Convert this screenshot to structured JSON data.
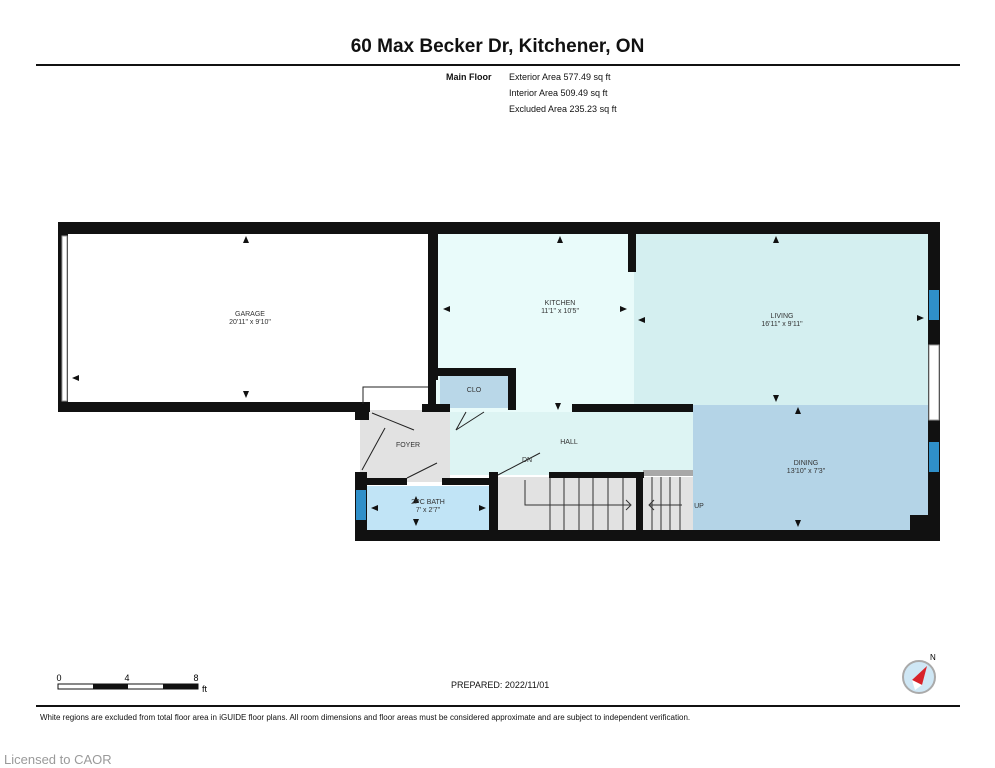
{
  "header": {
    "title": "60 Max Becker Dr, Kitchener, ON"
  },
  "summary": {
    "floor": "Main Floor",
    "exterior": "Exterior Area 577.49 sq ft",
    "interior": "Interior Area 509.49 sq ft",
    "excluded": "Excluded Area 235.23 sq ft"
  },
  "rooms": {
    "garage": {
      "name": "GARAGE",
      "dims": "20'11\" x 9'10\""
    },
    "kitchen": {
      "name": "KITCHEN",
      "dims": "11'1\" x 10'5\""
    },
    "living": {
      "name": "LIVING",
      "dims": "16'11\" x 9'11\""
    },
    "dining": {
      "name": "DINING",
      "dims": "13'10\" x 7'3\""
    },
    "clo": {
      "name": "CLO"
    },
    "foyer": {
      "name": "FOYER"
    },
    "hall": {
      "name": "HALL"
    },
    "bath": {
      "name": "2PC BATH",
      "dims": "7' x 2'7\""
    },
    "stairs_down": "DN",
    "stairs_up": "UP"
  },
  "colors": {
    "kitchen": "#e9fbfa",
    "living": "#d4eff0",
    "dining": "#b4d4e7",
    "hall": "#ddf4f3",
    "clo": "#b9d7e8",
    "bath": "#c1e4f6",
    "foyer": "#e2e2e2",
    "window": "#2f8fc9"
  },
  "scale_bar": {
    "ticks": [
      "0",
      "4",
      "8"
    ],
    "unit": "ft"
  },
  "compass": {
    "label": "N"
  },
  "footer": {
    "prepared": "PREPARED: 2022/11/01",
    "disclaimer": "White regions are excluded from total floor area in iGUIDE floor plans. All room dimensions and floor areas must be considered approximate and are subject to independent verification.",
    "licensed": "Licensed to CAOR"
  }
}
